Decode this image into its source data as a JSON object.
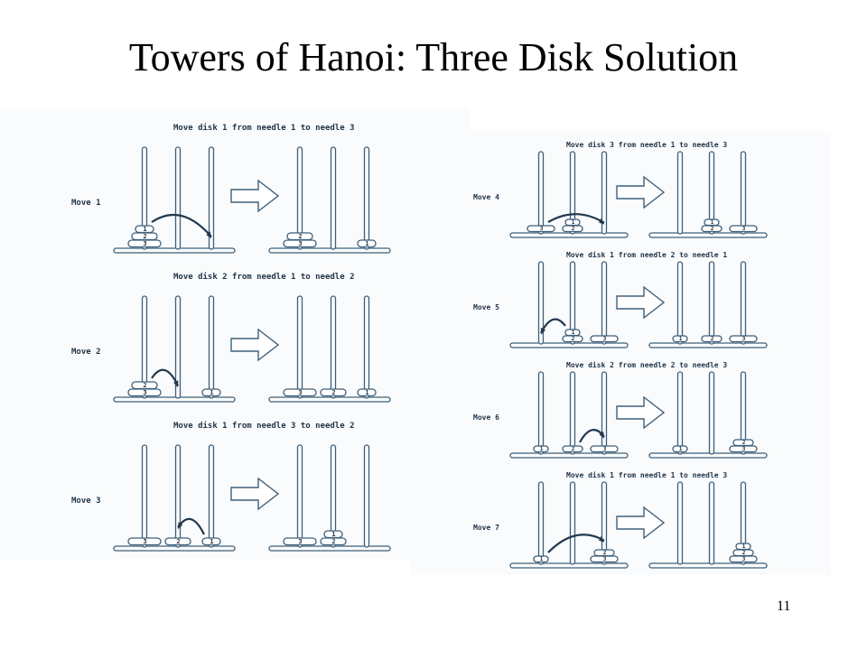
{
  "title": "Towers of Hanoi: Three Disk Solution",
  "page_number": "11",
  "colors": {
    "line": "#3f5f7a",
    "panel": "#f9fbfc",
    "text": "#1f3347"
  },
  "moves": [
    {
      "label": "Move 1",
      "caption": "Move disk 1 from needle 1 to needle 3",
      "before": [
        [
          3,
          2,
          1
        ],
        [],
        []
      ],
      "after": [
        [
          3,
          2
        ],
        [],
        [
          1
        ]
      ],
      "arrow": "right"
    },
    {
      "label": "Move 2",
      "caption": "Move disk 2 from needle 1 to needle 2",
      "before": [
        [
          3,
          2
        ],
        [],
        [
          1
        ]
      ],
      "after": [
        [
          3
        ],
        [
          2
        ],
        [
          1
        ]
      ],
      "arrow": "right"
    },
    {
      "label": "Move 3",
      "caption": "Move disk 1 from needle 3 to needle 2",
      "before": [
        [
          3
        ],
        [
          2
        ],
        [
          1
        ]
      ],
      "after": [
        [
          3
        ],
        [
          2,
          1
        ],
        []
      ],
      "arrow": "left"
    },
    {
      "label": "Move 4",
      "caption": "Move disk 3 from needle 1 to needle 3",
      "before": [
        [
          3
        ],
        [
          2,
          1
        ],
        []
      ],
      "after": [
        [],
        [
          2,
          1
        ],
        [
          3
        ]
      ],
      "arrow": "right"
    },
    {
      "label": "Move 5",
      "caption": "Move disk 1 from needle 2 to needle 1",
      "before": [
        [],
        [
          2,
          1
        ],
        [
          3
        ]
      ],
      "after": [
        [
          1
        ],
        [
          2
        ],
        [
          3
        ]
      ],
      "arrow": "left"
    },
    {
      "label": "Move 6",
      "caption": "Move disk 2 from needle 2 to needle 3",
      "before": [
        [
          1
        ],
        [
          2
        ],
        [
          3
        ]
      ],
      "after": [
        [
          1
        ],
        [],
        [
          3,
          2
        ]
      ],
      "arrow": "right"
    },
    {
      "label": "Move 7",
      "caption": "Move disk 1 from needle 1 to needle 3",
      "before": [
        [
          1
        ],
        [],
        [
          3,
          2
        ]
      ],
      "after": [
        [],
        [],
        [
          3,
          2,
          1
        ]
      ],
      "arrow": "right"
    }
  ]
}
